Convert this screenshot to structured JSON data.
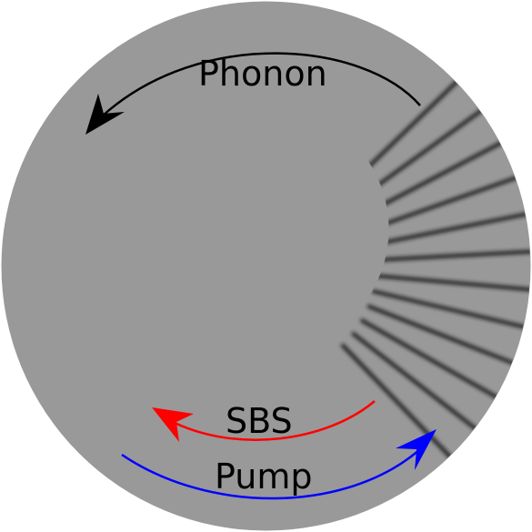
{
  "labels": {
    "phonon": "Phonon",
    "sbs": "SBS",
    "pump": "Pump"
  },
  "colors": {
    "disk": "#999999",
    "grating_line": "#1a1a1a",
    "phonon_arrow": "#000000",
    "sbs_arrow": "#ff0000",
    "pump_arrow": "#0000ff",
    "label_text": "#000000"
  },
  "grating": {
    "line_count": 12
  }
}
